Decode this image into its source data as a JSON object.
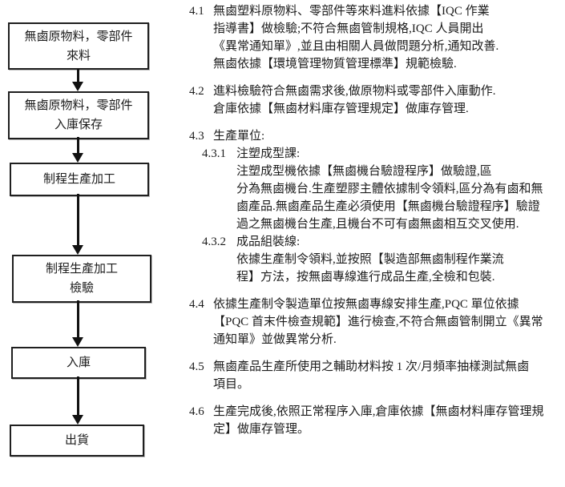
{
  "flowchart": {
    "nodes": [
      {
        "label": "無鹵原物料，零部件\n來料"
      },
      {
        "label": "無鹵原物料，零部件\n入庫保存"
      },
      {
        "label": "制程生產加工"
      },
      {
        "label": "制程生產加工\n檢驗"
      },
      {
        "label": "入庫"
      },
      {
        "label": "出貨"
      }
    ]
  },
  "procedure": {
    "p41": {
      "num": "4.1",
      "text": "無鹵塑料原物料、零部件等來料進料依據【IQC 作業\n指導書】做檢驗;不符合無鹵管制規格,IQC 人員開出\n《異常通知單》,並且由相關人員做問題分析,通知改善.\n無鹵依據【環境管理物質管理標準】規範檢驗."
    },
    "p42": {
      "num": "4.2",
      "text": "進料檢驗符合無鹵需求後,做原物料或零部件入庫動作.\n倉庫依據【無鹵材料庫存管理規定】做庫存管理."
    },
    "p43": {
      "num": "4.3",
      "title": "生產單位:",
      "sub1": {
        "num": "4.3.1",
        "title": "注塑成型課:",
        "body": "注塑成型機依據【無鹵機台驗證程序】做驗證,區\n分為無鹵機台.生產塑膠主體依據制令領料,區分為有鹵和無\n鹵產品.無鹵產品生產必須使用【無鹵機台驗證程序】驗證\n過之無鹵機台生產,且機台不可有鹵無鹵相互交叉使用."
      },
      "sub2": {
        "num": "4.3.2",
        "title": "成品組裝線:",
        "body": "依據生產制令領料,並按照【製造部無鹵制程作業流\n程】方法，按無鹵專線進行成品生產,全檢和包裝."
      }
    },
    "p44": {
      "num": "4.4",
      "text": "依據生產制令製造單位按無鹵專線安排生產,PQC 單位依據\n【PQC 首末件檢查規範】進行檢查,不符合無鹵管制開立《異常\n通知單》並做異常分析."
    },
    "p45": {
      "num": "4.5",
      "text": "無鹵產品生產所使用之輔助材料按 1 次/月頻率抽樣測試無鹵\n項目。"
    },
    "p46": {
      "num": "4.6",
      "text": "生產完成後,依照正常程序入庫,倉庫依據【無鹵材料庫存管理規\n定】做庫存管理。"
    }
  }
}
